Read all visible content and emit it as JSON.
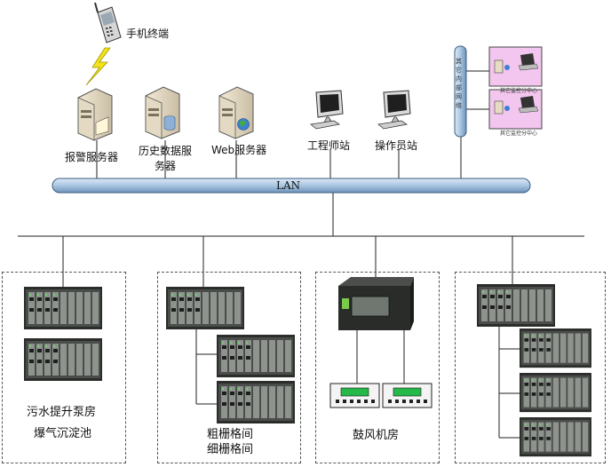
{
  "top": {
    "phone_label": "手机终端",
    "alarm_server_label": "报警服务器",
    "history_server_label_1": "历史数据服",
    "history_server_label_2": "务器",
    "web_server_label": "Web服务器",
    "engineer_station_label": "工程师站",
    "operator_station_label": "操作员站",
    "lan_label": "LAN",
    "intranet_label": "其它内部网络",
    "remote_center_label_1": "其它监控分中心",
    "remote_center_label_2": "其它监控分中心"
  },
  "zones": {
    "pump_room_label": "污水提升泵房",
    "aeration_tank_label": "爆气沉淀池",
    "coarse_grid_label": "粗栅格间",
    "fine_grid_label": "细栅格间",
    "blower_room_label": "鼓风机房"
  },
  "colors": {
    "lan_bus": "#a9c6e2",
    "remote_box": "#f2c6ee",
    "rack_body": "#3a3d3a"
  }
}
